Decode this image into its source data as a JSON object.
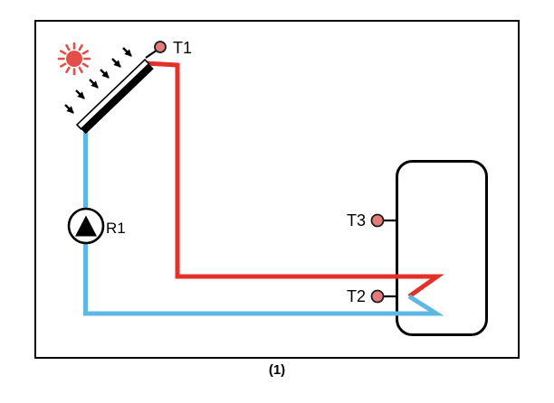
{
  "diagram": {
    "caption": "(1)",
    "labels": {
      "collector_sensor": "T1",
      "tank_upper_sensor": "T3",
      "tank_lower_sensor": "T2",
      "pump": "R1"
    },
    "colors": {
      "hot_pipe": "#e23128",
      "cold_pipe": "#5fb8e4",
      "sensor_fill": "#e47c7c",
      "sun": "#e34e49",
      "outline": "#000000"
    },
    "icons": {
      "sun": "sun-icon",
      "irradiance": "irradiance-arrow-icons",
      "collector": "solar-collector-panel",
      "pump": "circulation-pump-icon",
      "tank": "storage-tank",
      "coil": "heat-exchanger-coil"
    }
  }
}
